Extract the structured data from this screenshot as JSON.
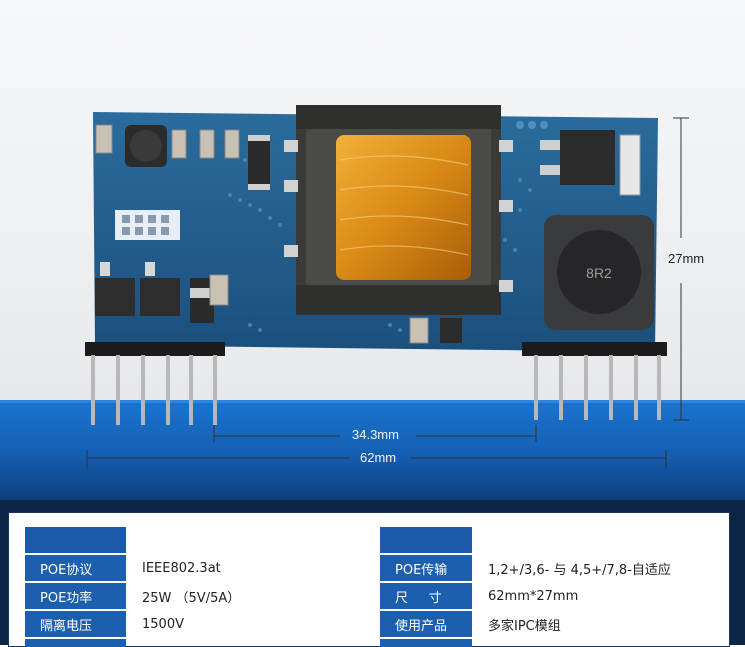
{
  "dimensions": {
    "width_label": "62mm",
    "pin_span_label": "34.3mm",
    "height_label": "27mm"
  },
  "board": {
    "inductor_marking": "8R2"
  },
  "specs": {
    "header_row": [
      "",
      "",
      "",
      ""
    ],
    "rows": [
      {
        "label_left": "POE协议",
        "value_left": "IEEE802.3at",
        "label_right": "POE传输",
        "value_right": "1,2+/3,6- 与 4,5+/7,8-自适应"
      },
      {
        "label_left": "POE功率",
        "value_left": "25W （5V/5A）",
        "label_right": "尺     寸",
        "value_right": "62mm*27mm"
      },
      {
        "label_left": "隔离电压",
        "value_left": "1500V",
        "label_right": "使用产品",
        "value_right": "多家IPC模组"
      }
    ]
  },
  "colors": {
    "pcb": "#1f5a8a",
    "banner_blue": "#1767c4",
    "table_label_bg": "#1c5fae",
    "panel_bg": "#0d2545"
  }
}
